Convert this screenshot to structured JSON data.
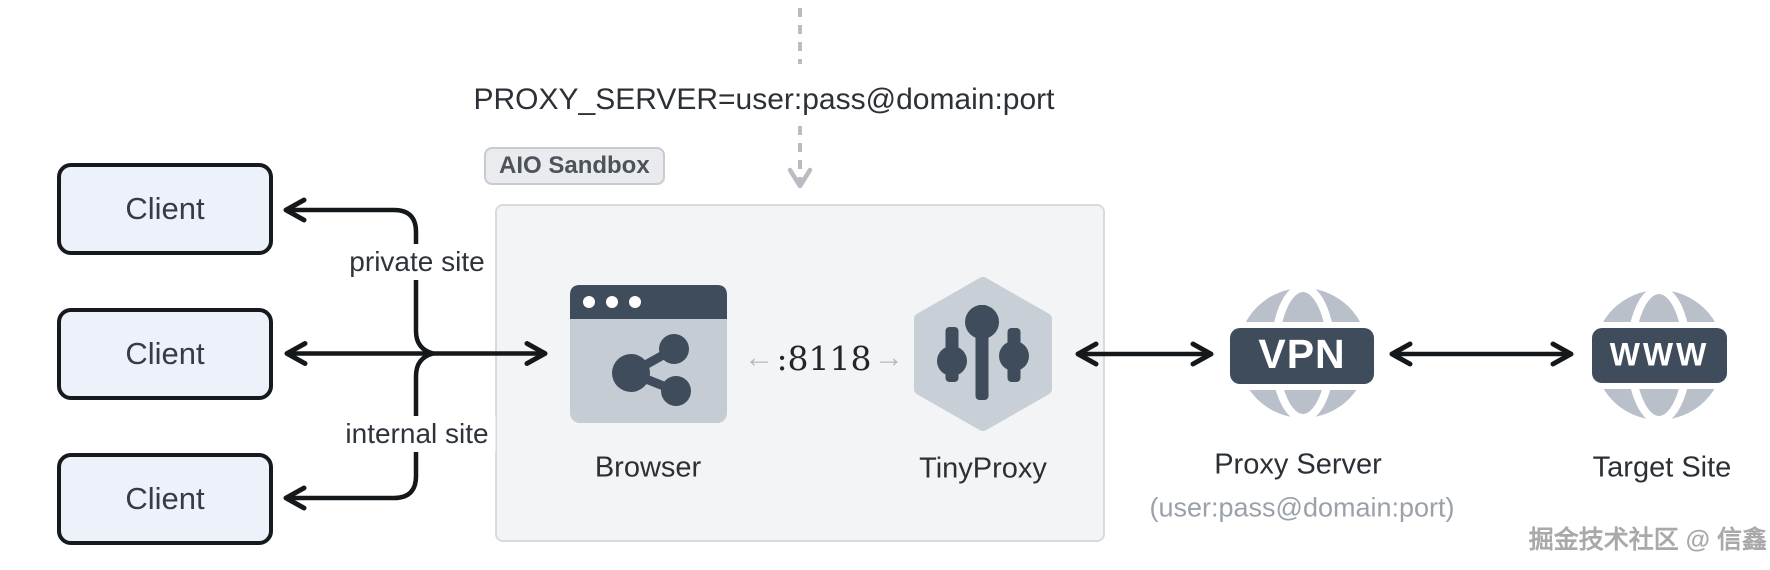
{
  "diagram": {
    "env_var_label": "PROXY_SERVER=user:pass@domain:port",
    "sandbox": {
      "badge": "AIO Sandbox"
    },
    "clients": [
      "Client",
      "Client",
      "Client"
    ],
    "edges": {
      "private_site": "private site",
      "internal_site": "internal site",
      "port_label": ":8118",
      "port_arrow_left": "←",
      "port_arrow_right": "→"
    },
    "nodes": {
      "browser_label": "Browser",
      "tinyproxy_label": "TinyProxy",
      "proxy_server_label": "Proxy Server",
      "proxy_server_subtitle": "(user:pass@domain:port)",
      "target_site_label": "Target Site",
      "vpn_text": "VPN",
      "www_text": "WWW"
    },
    "watermark": "掘金技术社区 @ 信鑫",
    "icons": {
      "browser": "browser-window-share-icon",
      "tinyproxy": "sliders-hexagon-icon",
      "proxy_server": "globe-vpn-icon",
      "target_site": "globe-www-icon"
    },
    "colors": {
      "dark_slate": "#3e4c5c",
      "icon_gray": "#c6ccd3",
      "hexagon_gray": "#c9cfd7",
      "globe_gray": "#b9c0c9",
      "client_fill": "#edf1fa",
      "sandbox_fill": "#f3f4f6",
      "arrow_black": "#15181a",
      "arrow_gray": "#b9bdc2",
      "muted_text": "#9aa1a8"
    }
  }
}
